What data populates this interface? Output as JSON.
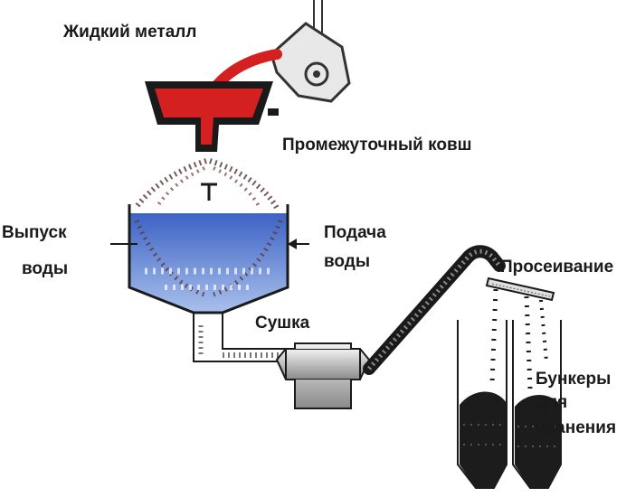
{
  "labels": {
    "liquid_metal": "Жидкий металл",
    "tundish": "Промежуточный ковш",
    "water_outlet_1": "Выпуск",
    "water_outlet_2": "воды",
    "water_supply_1": "Подача",
    "water_supply_2": "воды",
    "drying": "Сушка",
    "sieving": "Просеивание",
    "bunkers_1": "Бункеры",
    "bunkers_2": "для",
    "bunkers_3": "хранения"
  },
  "colors": {
    "molten_metal": "#d42020",
    "water": "#4a6fc8",
    "powder": "#1c1c1c",
    "equipment": "#cfcfcf"
  }
}
